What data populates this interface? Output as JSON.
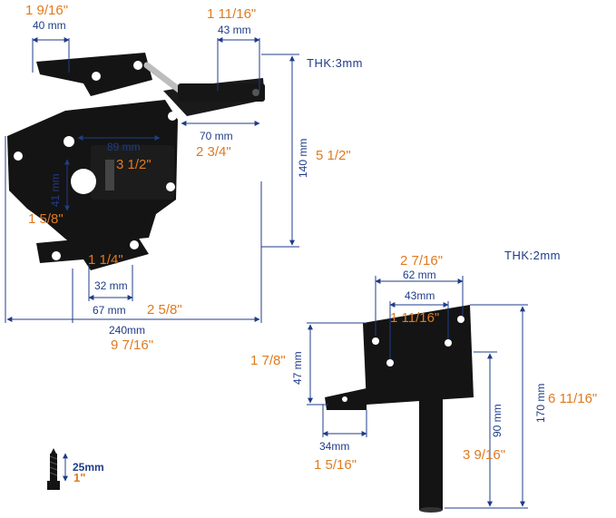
{
  "colors": {
    "dimension_line": "#1f3c88",
    "metric_text": "#1f3c88",
    "imperial_text": "#e07a1f",
    "hardware": "#141414"
  },
  "latch": {
    "thickness": "THK:3mm",
    "top_left_in": "1 9/16\"",
    "top_left_mm": "40 mm",
    "top_right_in": "1 11/16\"",
    "top_right_mm": "43 mm",
    "bolt_mm": "70 mm",
    "bolt_in": "2 3/4\"",
    "inner_mm": "89 mm",
    "inner_in": "3 1/2\"",
    "slot_mm": "41 mm",
    "slot_in": "1 5/8\"",
    "height_mm": "140 mm",
    "height_in": "5 1/2\"",
    "hole_in": "1 1/4\"",
    "hole_mm": "32 mm",
    "span_mm": "67 mm",
    "span_in": "2 5/8\"",
    "total_mm": "240mm",
    "total_in": "9 7/16\""
  },
  "keeper": {
    "thickness": "THK:2mm",
    "width_in": "2 7/16\"",
    "width_mm": "62 mm",
    "inner_mm": "43mm",
    "inner_in": "1 11/16\"",
    "side_mm": "47 mm",
    "side_in": "1 7/8\"",
    "foot_mm": "34mm",
    "foot_in": "1 5/16\"",
    "post_mm": "90 mm",
    "post_in": "3 9/16\"",
    "height_mm": "170 mm",
    "height_in": "6 11/16\""
  },
  "screw": {
    "length_mm": "25mm",
    "length_in": "1\""
  }
}
